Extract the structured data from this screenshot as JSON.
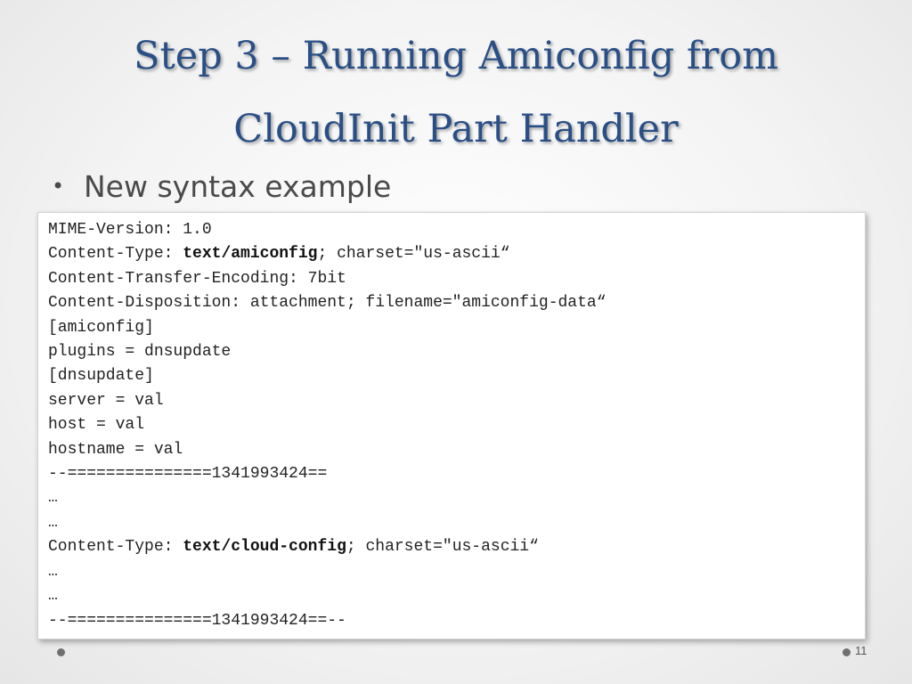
{
  "slide": {
    "title_line1": "Step 3 – Running Amiconfig from",
    "title_line2": "CloudInit Part Handler",
    "bullet": "New syntax example",
    "page_number": "11"
  },
  "code": {
    "l1": "MIME-Version: 1.0",
    "l2_pre": "Content-Type: ",
    "l2_bold": "text/amiconfig",
    "l2_post": "; charset=\"us-ascii“",
    "l3": "Content-Transfer-Encoding: 7bit",
    "l4": "Content-Disposition: attachment; filename=\"amiconfig-data“",
    "l5": "[amiconfig]",
    "l6": "plugins = dnsupdate",
    "l7": "[dnsupdate]",
    "l8": "server = val",
    "l9": "host = val",
    "l10": "hostname = val",
    "l11": "--===============1341993424==",
    "l12": "…",
    "l13": "…",
    "l14_pre": "Content-Type: ",
    "l14_bold": "text/cloud-config",
    "l14_post": "; charset=\"us-ascii“",
    "l15": "…",
    "l16": "…",
    "l17": "--===============1341993424==--"
  }
}
